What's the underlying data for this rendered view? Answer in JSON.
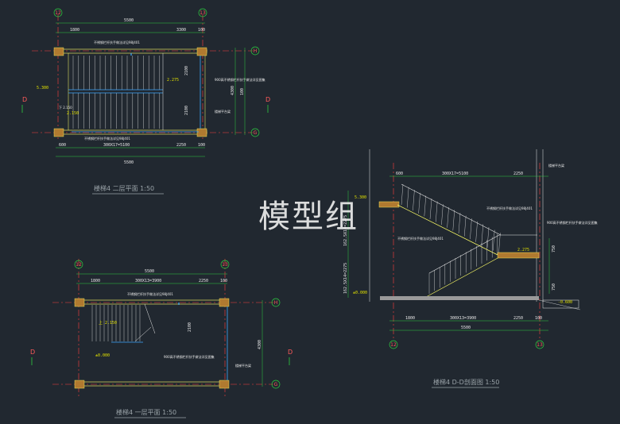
{
  "watermark": "模型组",
  "views": {
    "plan2": {
      "title": "楼梯4 二层平面 1:50",
      "axes": {
        "left": "12",
        "right": "13",
        "top": "H",
        "bottom": "G"
      },
      "dims_top": {
        "total": "5500",
        "d1": "1800",
        "d2": "3300",
        "d3": "100"
      },
      "dims_bottom": {
        "total": "5500",
        "d1": "600",
        "d2": "300X17=5100",
        "d3": "2250",
        "d4": "100"
      },
      "dims_right": {
        "total": "4300",
        "d1": "2100",
        "d2": "2100",
        "d3": "100"
      },
      "levels": {
        "left": "5.300",
        "mid": "2.275",
        "low": "2.150"
      },
      "notes": {
        "top": "不锈钢栏杆扶手做法详见98J401",
        "bottom": "不锈钢栏杆扶手做法详见98J401",
        "right1": "900高不锈钢栏杆扶手做法详见图集",
        "right2": "楼梯平台梁",
        "left1": "下 2.150"
      },
      "section_mark": "D"
    },
    "plan1": {
      "title": "楼梯4 一层平面 1:50",
      "axes": {
        "left": "12",
        "right": "13",
        "top": "H",
        "bottom": "G"
      },
      "dims_top": {
        "total": "5500",
        "d1": "1800",
        "d2": "300X13=3900",
        "d3": "2250",
        "d4": "100"
      },
      "dims_right": {
        "total": "4300",
        "d1": "2100"
      },
      "levels": {
        "floor": "±0.000",
        "up": "上 2.150"
      },
      "notes": {
        "top": "不锈钢栏杆扶手做法详见98J401",
        "mid": "900高不锈钢栏杆扶手做法详见图集",
        "right": "楼梯平台梁"
      },
      "section_mark": "D"
    },
    "section": {
      "title": "楼梯4 D-D剖面图 1:50",
      "axes": {
        "left": "12",
        "right": "13"
      },
      "dims_top": {
        "d1": "600",
        "d2": "300X17=5100",
        "d3": "2250"
      },
      "dims_bottom": {
        "total": "5500",
        "d1": "1800",
        "d2": "300X13=3900",
        "d3": "2250",
        "d4": "100"
      },
      "dims_left": {
        "upper": "162.5X14=2275",
        "lower": "162.5X14=2275"
      },
      "dims_right": {
        "d1": "750",
        "d2": "750"
      },
      "levels": {
        "top": "5.300",
        "mid": "2.275",
        "floor": "±0.000",
        "ground": "-0.600"
      },
      "notes": {
        "top_right": "楼梯平台梁",
        "n1": "不锈钢栏杆扶手做法详见98J401",
        "n2": "不锈钢栏杆扶手做法详见98J401",
        "n3": "900高不锈钢栏杆扶手做法详见图集"
      }
    }
  },
  "colors": {
    "bg": "#212830",
    "axis": "#ff4040",
    "dim": "#2ecc40",
    "wall": "#ffff66",
    "rail": "#3fa9ff",
    "text": "#e8e8e8"
  }
}
